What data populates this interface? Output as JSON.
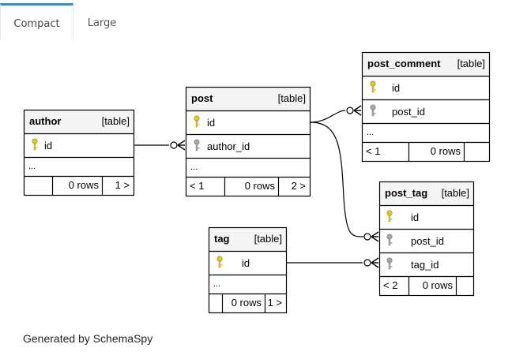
{
  "tabs": [
    {
      "label": "Compact",
      "active": true
    },
    {
      "label": "Large",
      "active": false
    }
  ],
  "tables": {
    "author": {
      "name": "author",
      "type": "[table]",
      "columns": [
        {
          "name": "id",
          "key": "primary"
        }
      ],
      "ellipsis": "...",
      "footer": {
        "parents": "",
        "rows": "0 rows",
        "children": "1 >"
      }
    },
    "post": {
      "name": "post",
      "type": "[table]",
      "columns": [
        {
          "name": "id",
          "key": "primary"
        },
        {
          "name": "author_id",
          "key": "foreign"
        }
      ],
      "ellipsis": "...",
      "footer": {
        "parents": "< 1",
        "rows": "0 rows",
        "children": "2 >"
      }
    },
    "post_comment": {
      "name": "post_comment",
      "type": "[table]",
      "columns": [
        {
          "name": "id",
          "key": "primary"
        },
        {
          "name": "post_id",
          "key": "foreign"
        }
      ],
      "ellipsis": "...",
      "footer": {
        "parents": "< 1",
        "rows": "0 rows",
        "children": ""
      }
    },
    "post_tag": {
      "name": "post_tag",
      "type": "[table]",
      "columns": [
        {
          "name": "id",
          "key": "primary"
        },
        {
          "name": "post_id",
          "key": "foreign"
        },
        {
          "name": "tag_id",
          "key": "foreign"
        }
      ],
      "ellipsis": "",
      "footer": {
        "parents": "< 2",
        "rows": "0 rows",
        "children": ""
      }
    },
    "tag": {
      "name": "tag",
      "type": "[table]",
      "columns": [
        {
          "name": "id",
          "key": "primary"
        }
      ],
      "ellipsis": "...",
      "footer": {
        "parents": "",
        "rows": "0 rows",
        "children": "1 >"
      }
    }
  },
  "footer_text": "Generated by SchemaSpy",
  "colors": {
    "primary_key": "#e8d000",
    "foreign_key": "#a8a8a8",
    "header_bg": "#f4f4f4",
    "tab_accent": "#3c8dbc"
  }
}
